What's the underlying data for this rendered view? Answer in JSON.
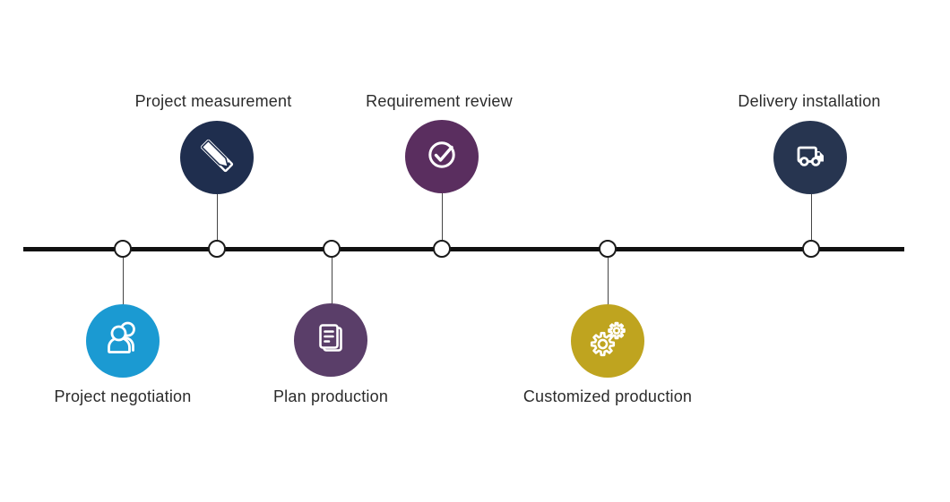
{
  "diagram": {
    "background": "#ffffff",
    "text_color": "#2b2b2b",
    "timeline": {
      "line_color": "#101010",
      "connector_color": "#454545",
      "node_fill": "#ffffff",
      "node_border": "#1a1a1a"
    },
    "steps": [
      {
        "label": "Project negotiation",
        "position": "below",
        "color": "#1b9ad2",
        "icon": "people-icon"
      },
      {
        "label": "Project measurement",
        "position": "above",
        "color": "#1f2e4e",
        "icon": "ruler-pencil-icon"
      },
      {
        "label": "Plan production",
        "position": "below",
        "color": "#5a3e69",
        "icon": "document-icon"
      },
      {
        "label": "Requirement review",
        "position": "above",
        "color": "#5a2e5f",
        "icon": "check-circle-icon"
      },
      {
        "label": "Customized production",
        "position": "below",
        "color": "#bfa41f",
        "icon": "gears-icon"
      },
      {
        "label": "Delivery installation",
        "position": "above",
        "color": "#273550",
        "icon": "truck-icon"
      }
    ]
  }
}
